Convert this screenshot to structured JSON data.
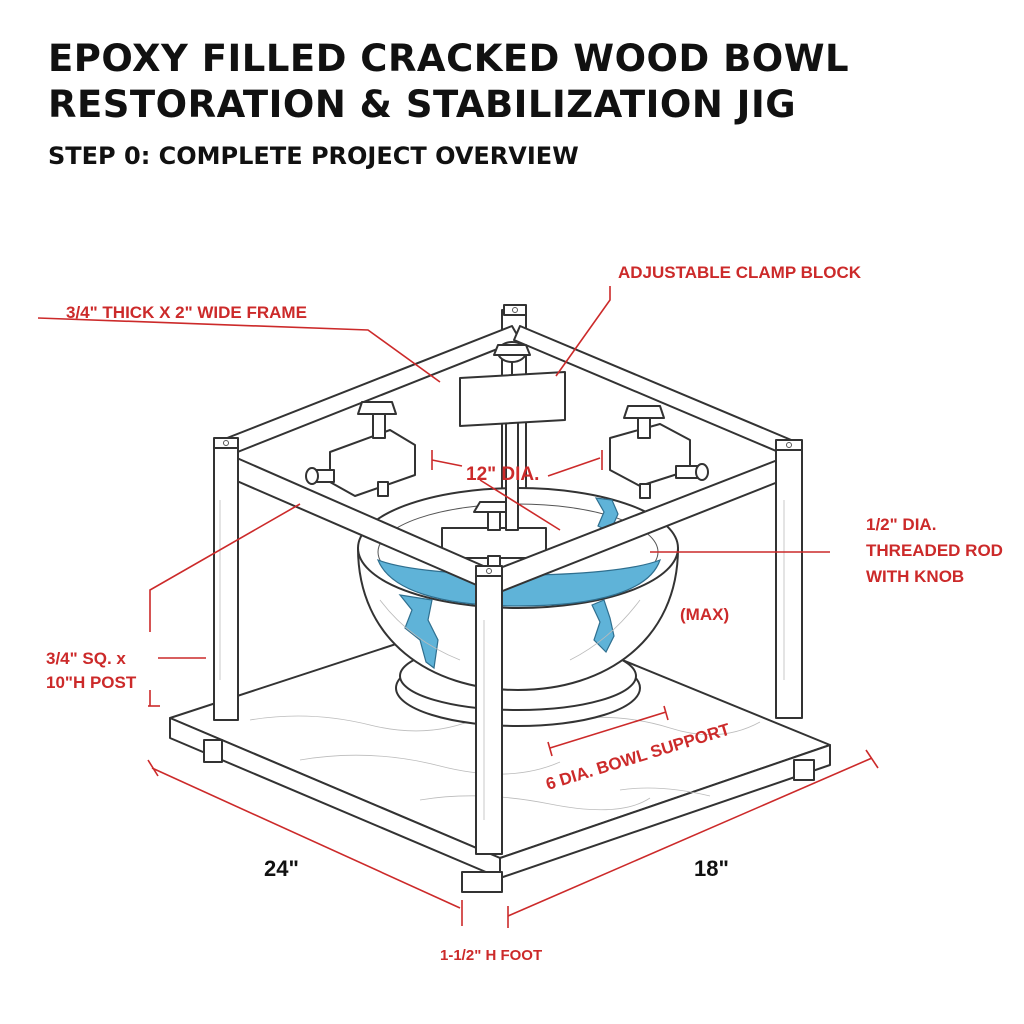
{
  "title_line1": "EPOXY FILLED CRACKED WOOD BOWL",
  "title_line2": "RESTORATION & STABILIZATION JIG",
  "subtitle": "STEP 0: COMPLETE PROJECT OVERVIEW",
  "labels": {
    "clamp_block": "ADJUSTABLE CLAMP BLOCK",
    "frame": "3/4\" THICK X 2\" WIDE FRAME",
    "diameter": "12\" DIA.",
    "rod_line1": "1/2\" DIA.",
    "rod_line2": "THREADED ROD",
    "rod_line3": "WITH KNOB",
    "max": "(MAX)",
    "post_line1": "3/4\" SQ. x",
    "post_line2": "10\"H POST",
    "bowl_support": "6 DIA. BOWL SUPPORT",
    "width": "24\"",
    "depth": "18\"",
    "foot": "1-1/2\" H FOOT"
  },
  "colors": {
    "annotation": "#cc2a2a",
    "epoxy": "#5fb3d8",
    "line": "#333333"
  }
}
